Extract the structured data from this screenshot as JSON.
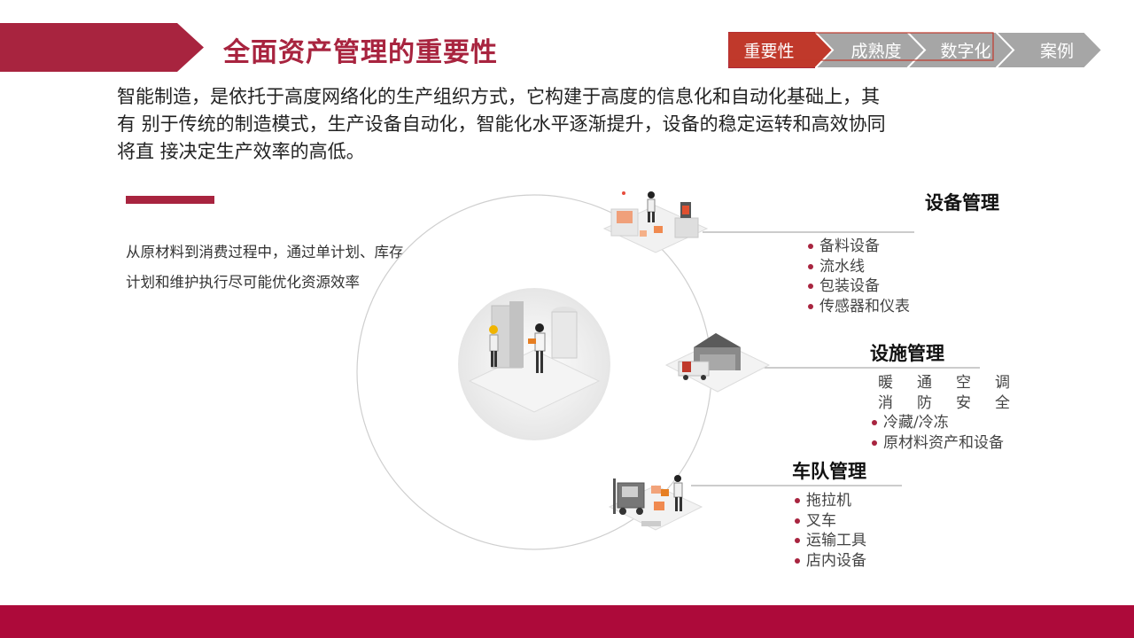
{
  "header": {
    "title": "全面资产管理的重要性",
    "accent_color": "#a8243f",
    "footer_color": "#ad0a3a"
  },
  "nav": {
    "steps": [
      {
        "label": "重要性",
        "active": true
      },
      {
        "label": "成熟度",
        "active": false
      },
      {
        "label": "数字化",
        "active": false
      },
      {
        "label": "案例",
        "active": false
      }
    ],
    "active_color": "#c0392b",
    "inactive_color": "#a6a6a6"
  },
  "intro": {
    "line1": "智能制造，是依托于高度网络化的生产组织方式，它构建于高度的信息化和自动化基础上，其",
    "line2": "有 别于传统的制造模式，生产设备自动化，智能化水平逐渐提升，设备的稳定运转和高效协同",
    "line3": "将直 接决定生产效率的高低。"
  },
  "side": {
    "line1": "从原材料到消费过程中，通过单计划、库存",
    "line2": "计划和维护执行尽可能优化资源效率"
  },
  "sections": {
    "equipment": {
      "title": "设备管理",
      "items": [
        "备料设备",
        "流水线",
        "包装设备",
        "传感器和仪表"
      ]
    },
    "facility": {
      "title": "设施管理",
      "items": [
        "暖通空调",
        "消防安全",
        "冷藏/冷冻",
        "原材料资产和设备"
      ]
    },
    "fleet": {
      "title": "车队管理",
      "items": [
        "拖拉机",
        "叉车",
        "运输工具",
        "店内设备"
      ]
    }
  },
  "icons": {
    "center": "factory-workers-illustration",
    "equipment": "production-line-illustration",
    "facility": "warehouse-truck-illustration",
    "fleet": "forklift-worker-illustration"
  }
}
